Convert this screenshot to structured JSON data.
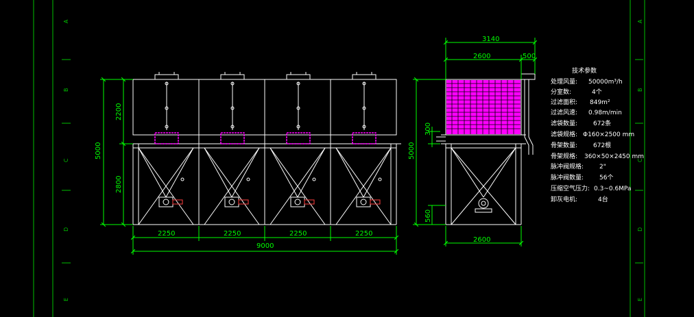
{
  "colors": {
    "background": "#000000",
    "frame": "#00c000",
    "structure": "#ffffff",
    "dimension": "#00ff00",
    "filter_bags": "#ff00ff",
    "text": "#ffffff"
  },
  "border": {
    "rows": [
      "A",
      "B",
      "C",
      "D",
      "E"
    ]
  },
  "front_view": {
    "dim_upper": "2200",
    "dim_lower": "2800",
    "dim_total_height": "5000",
    "chamber_widths": [
      "2250",
      "2250",
      "2250",
      "2250"
    ],
    "dim_total_width": "9000"
  },
  "side_view": {
    "dim_top_total": "3140",
    "dim_top_main": "2600",
    "dim_top_side": "500",
    "dim_inlet": "300",
    "dim_total_height": "5000",
    "dim_outlet": "560",
    "dim_bottom": "2600"
  },
  "tech_params": {
    "title": "技术参数",
    "rows": [
      {
        "label": "处理风量:",
        "value": "50000m³/h"
      },
      {
        "label": "分室数:",
        "value": "4个"
      },
      {
        "label": "过滤面积:",
        "value": "849m²"
      },
      {
        "label": "过滤风速:",
        "value": "0.98m/min"
      },
      {
        "label": "滤袋数量:",
        "value": "672条"
      },
      {
        "label": "滤袋规格:",
        "value": "Φ160×2500 mm"
      },
      {
        "label": "骨架数量:",
        "value": "672根"
      },
      {
        "label": "骨架规格:",
        "value": "360×50×2450 mm"
      },
      {
        "label": "脉冲阀规格:",
        "value": "2\""
      },
      {
        "label": "脉冲阀数量:",
        "value": "56个"
      },
      {
        "label": "压缩空气压力:",
        "value": "0.3~0.6MPa"
      },
      {
        "label": "卸灰电机:",
        "value": "4台"
      }
    ]
  }
}
